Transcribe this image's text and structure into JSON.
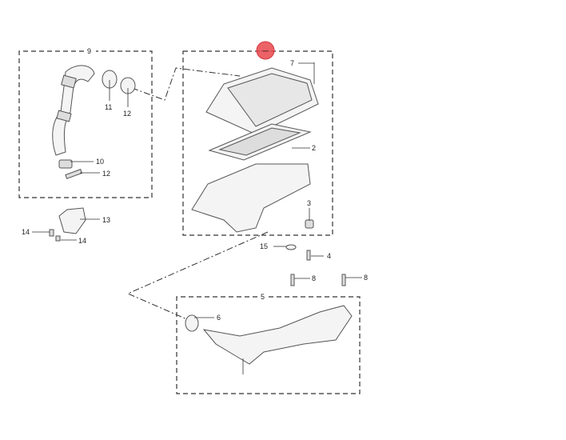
{
  "diagram": {
    "hotspot_marker": "—",
    "hotspot_color": "#e8474c",
    "callouts": {
      "group_9": "9",
      "c11": "11",
      "c12_top": "12",
      "c10": "10",
      "c12_bottom": "12",
      "c13": "13",
      "c14_left": "14",
      "c14_right": "14",
      "c7": "7",
      "c2": "2",
      "c3": "3",
      "c15": "15",
      "c4": "4",
      "c8_left": "8",
      "c8_right": "8",
      "group_5": "5",
      "c6": "6"
    }
  }
}
